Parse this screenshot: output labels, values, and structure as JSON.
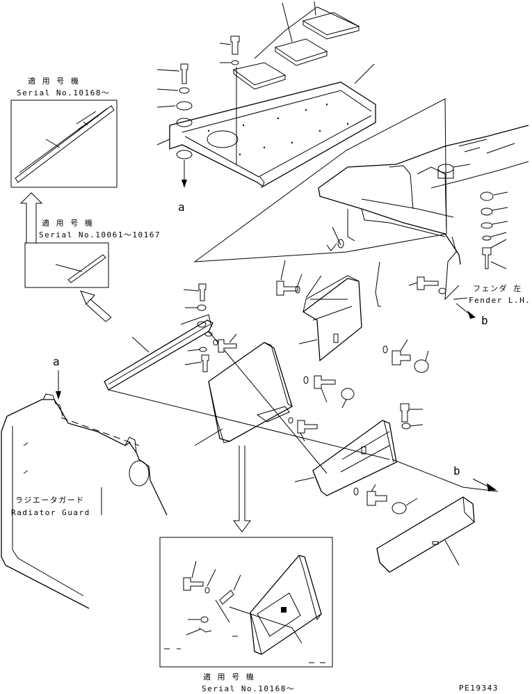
{
  "labels": {
    "serial_note_top_jp": "適 用 号 機",
    "serial_note_top_en": "Serial No.10168～",
    "serial_note_mid_jp": "適 用 号 機",
    "serial_note_mid_en": "Serial No.10061～10167",
    "serial_note_bottom_jp": "適 用 号 機",
    "serial_note_bottom_en": "Serial No.10168～",
    "fender_jp": "フェンダ 左",
    "fender_en": "Fender L.H.",
    "radiator_jp": "ラジエータガード",
    "radiator_en": "Radiator Guard",
    "ref_a_top": "a",
    "ref_a_left": "a",
    "ref_b_right": "b",
    "ref_b_lower": "b",
    "drawing_number": "PE19343"
  }
}
